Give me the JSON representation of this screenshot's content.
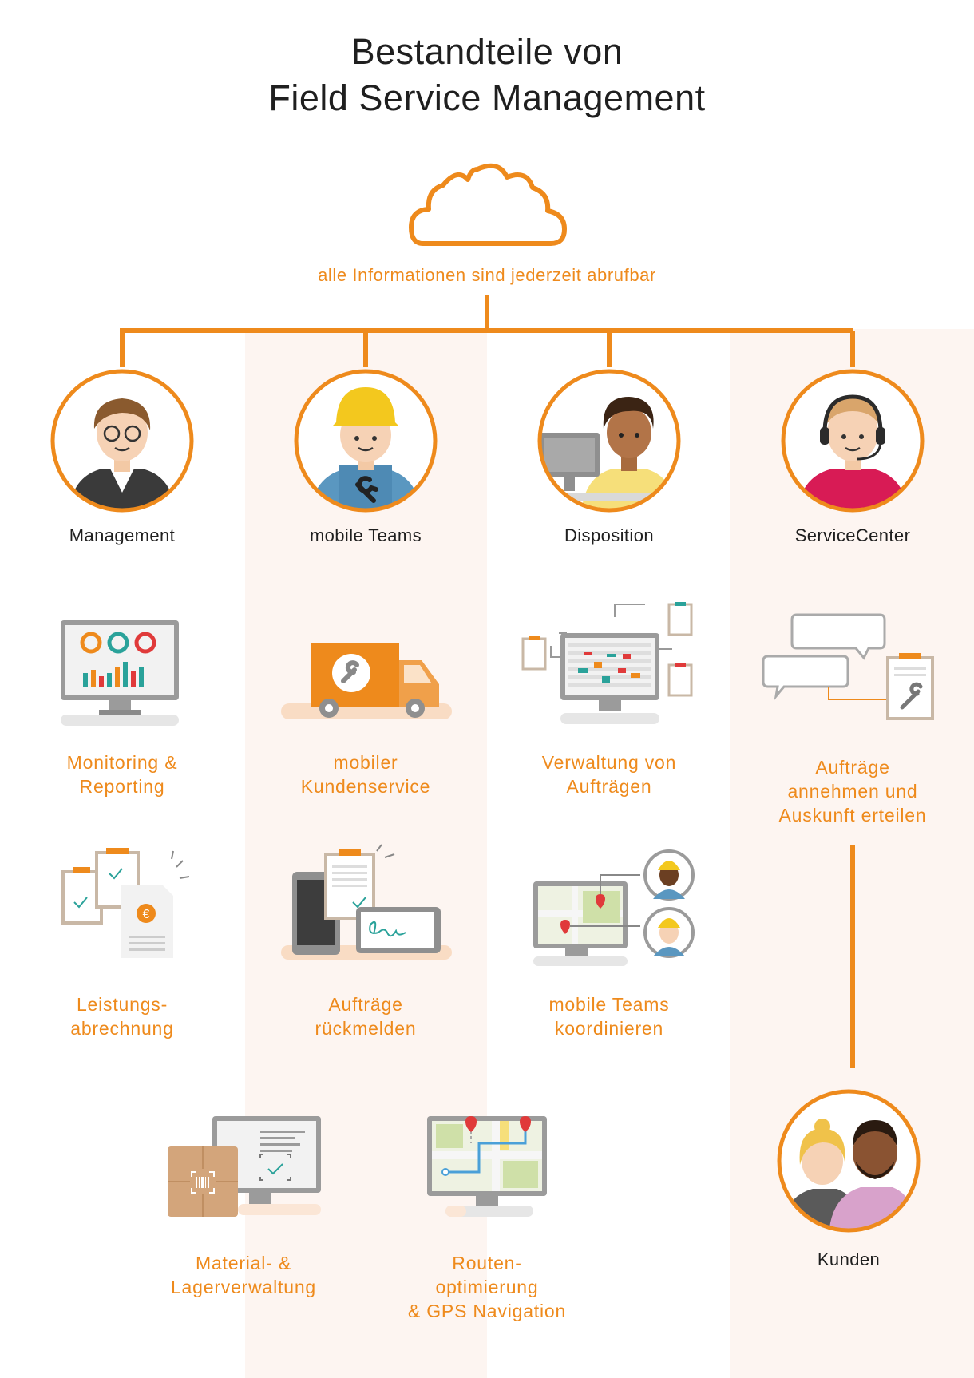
{
  "title": {
    "line1": "Bestandteile von",
    "line2": "Field Service Management"
  },
  "cloud": {
    "caption": "alle Informationen sind jederzeit abrufbar"
  },
  "roles": [
    {
      "label": "Management"
    },
    {
      "label": "mobile Teams"
    },
    {
      "label": "Disposition"
    },
    {
      "label": "ServiceCenter"
    }
  ],
  "features": {
    "monitoring": {
      "line1": "Monitoring &",
      "line2": "Reporting"
    },
    "kundenservice": {
      "line1": "mobiler",
      "line2": "Kundenservice"
    },
    "verwaltung": {
      "line1": "Verwaltung von",
      "line2": "Aufträgen"
    },
    "annehmen": {
      "line1": "Aufträge",
      "line2": "annehmen und",
      "line3": "Auskunft erteilen"
    },
    "leistung": {
      "line1": "Leistungs-",
      "line2": "abrechnung"
    },
    "rueckmelden": {
      "line1": "Aufträge",
      "line2": "rückmelden"
    },
    "koordinieren": {
      "line1": "mobile Teams",
      "line2": "koordinieren"
    },
    "material": {
      "line1": "Material- &",
      "line2": "Lagerverwaltung"
    },
    "routen": {
      "line1": "Routen-",
      "line2": "optimierung",
      "line3": "& GPS Navigation"
    }
  },
  "customer": {
    "label": "Kunden"
  },
  "colors": {
    "accent": "#ee8a1c",
    "text": "#1f1f1f",
    "column_tint": "#fdf5f1",
    "grey": "#cfcfcf"
  }
}
